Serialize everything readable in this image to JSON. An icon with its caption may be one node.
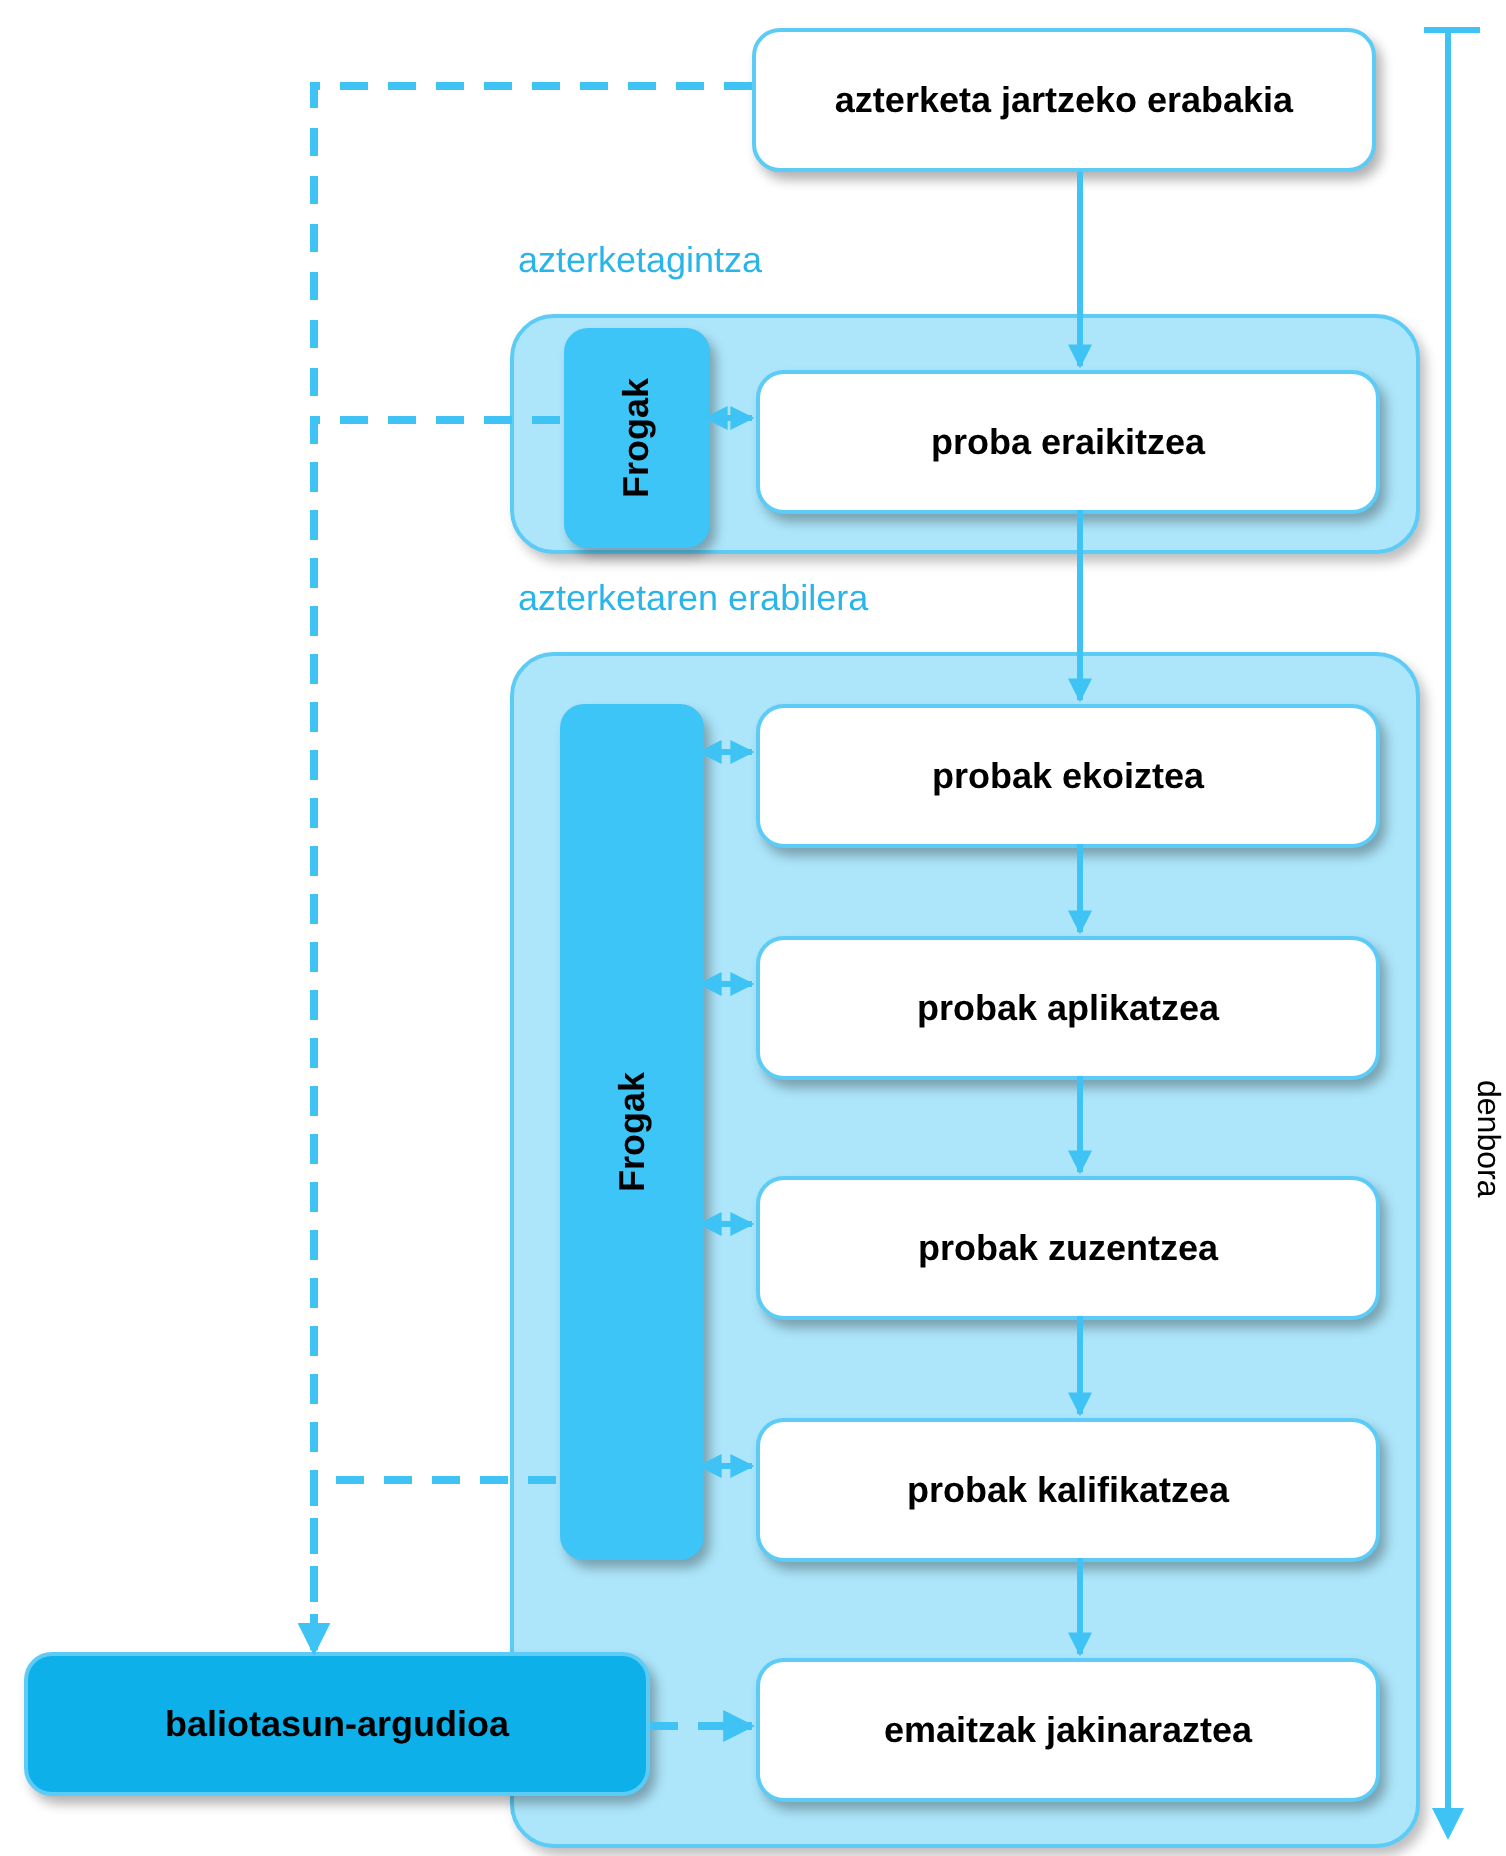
{
  "diagram": {
    "nodes": [
      {
        "text": [
          "azterketa jartzeko erabakia"
        ]
      },
      {
        "text": [
          "azterketagintza"
        ]
      },
      {
        "text": [
          "Frogak"
        ],
        "in": 1
      },
      {
        "text": [
          "proba eraikitzea"
        ],
        "in": 1
      },
      {
        "text": [
          "azterketaren erabilera"
        ]
      },
      {
        "text": [
          "Frogak"
        ],
        "in": 4
      },
      {
        "text": [
          "probak ekoiztea"
        ],
        "in": 4
      },
      {
        "text": [
          "probak aplikatzea"
        ],
        "in": 4
      },
      {
        "text": [
          "probak zuzentzea"
        ],
        "in": 4
      },
      {
        "text": [
          "probak kalifikatzea"
        ],
        "in": 4
      },
      {
        "text": [
          "emaitzak jakinaraztea"
        ],
        "in": 4
      },
      {
        "text": [
          "baliotasun-argudioa"
        ]
      }
    ],
    "edges": [
      {
        "from": 0,
        "to": 3,
        "arrow": "to"
      },
      {
        "from": 2,
        "to": 3,
        "arrow": "both"
      },
      {
        "from": 3,
        "to": 6,
        "arrow": "to"
      },
      {
        "from": 6,
        "to": 7,
        "arrow": "to"
      },
      {
        "from": 7,
        "to": 8,
        "arrow": "to"
      },
      {
        "from": 8,
        "to": 9,
        "arrow": "to"
      },
      {
        "from": 9,
        "to": 10,
        "arrow": "to"
      },
      {
        "from": 5,
        "to": 6,
        "arrow": "both"
      },
      {
        "from": 5,
        "to": 7,
        "arrow": "both"
      },
      {
        "from": 5,
        "to": 8,
        "arrow": "both"
      },
      {
        "from": 5,
        "to": 9,
        "arrow": "both"
      },
      {
        "from": 0,
        "to": 11,
        "arrow": "to",
        "style": "dashed"
      },
      {
        "from": 2,
        "to": 11,
        "arrow": "to",
        "style": "dashed"
      },
      {
        "from": 5,
        "to": 11,
        "arrow": "to",
        "style": "dashed"
      },
      {
        "from": 11,
        "to": 10,
        "arrow": "to",
        "style": "dashed"
      }
    ],
    "labels": [
      "denbora"
    ]
  }
}
